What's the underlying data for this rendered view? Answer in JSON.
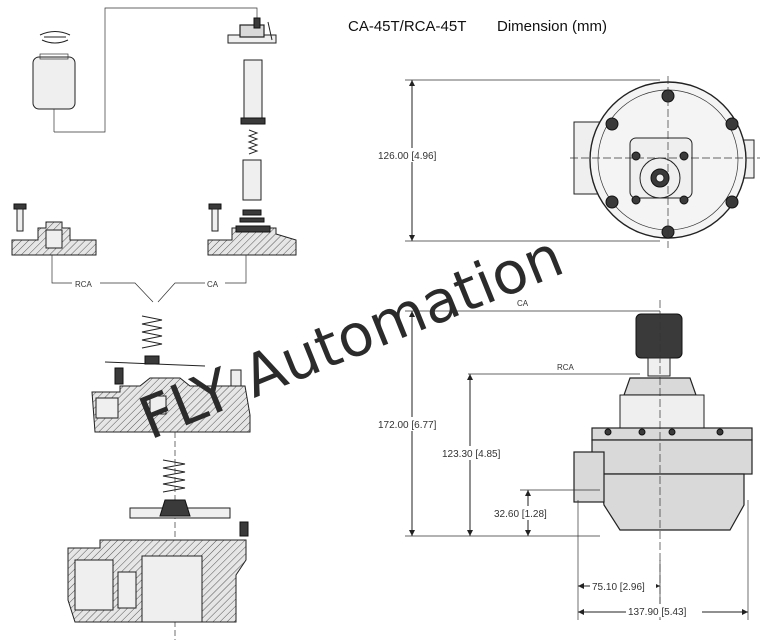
{
  "title": {
    "model": "CA-45T/RCA-45T",
    "subtitle": "Dimension (mm)"
  },
  "watermark": "FLY Automation",
  "exploded_view": {
    "label_rca": "RCA",
    "label_ca": "CA"
  },
  "top_view": {
    "height_dim": "126.00 [4.96]"
  },
  "side_view": {
    "label_ca": "CA",
    "label_rca": "RCA",
    "dim_total_height": "172.00 [6.77]",
    "dim_rca_height": "123.30 [4.85]",
    "dim_port_height": "32.60 [1.28]",
    "dim_half_width": "75.10 [2.96]",
    "dim_total_width": "137.90 [5.43]"
  }
}
